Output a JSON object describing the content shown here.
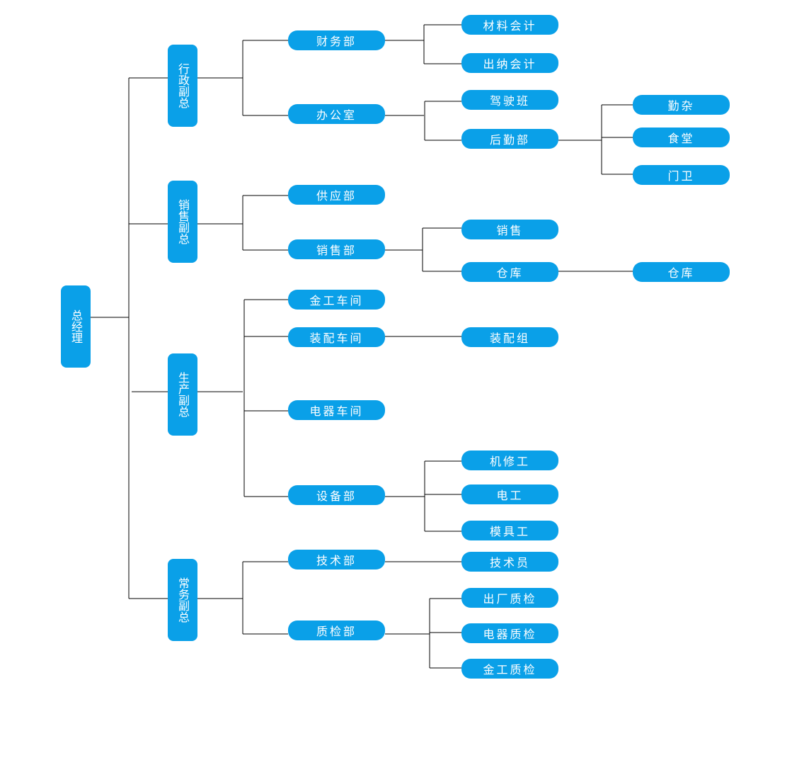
{
  "colors": {
    "node_fill": "#0aa0e8",
    "node_text": "#ffffff",
    "line": "#000000"
  },
  "root": {
    "label": "总经理"
  },
  "vps": [
    {
      "label": "行政副总",
      "departments": [
        {
          "label": "财务部",
          "children": [
            {
              "label": "材料会计"
            },
            {
              "label": "出纳会计"
            }
          ]
        },
        {
          "label": "办公室",
          "children": [
            {
              "label": "驾驶班"
            },
            {
              "label": "后勤部",
              "children": [
                {
                  "label": "勤杂"
                },
                {
                  "label": "食堂"
                },
                {
                  "label": "门卫"
                }
              ]
            }
          ]
        }
      ]
    },
    {
      "label": "销售副总",
      "departments": [
        {
          "label": "供应部"
        },
        {
          "label": "销售部",
          "children": [
            {
              "label": "销售"
            },
            {
              "label": "仓库",
              "children": [
                {
                  "label": "仓库"
                }
              ]
            }
          ]
        }
      ]
    },
    {
      "label": "生产副总",
      "departments": [
        {
          "label": "金工车间"
        },
        {
          "label": "装配车间",
          "children": [
            {
              "label": "装配组"
            }
          ]
        },
        {
          "label": "电器车间"
        },
        {
          "label": "设备部",
          "children": [
            {
              "label": "机修工"
            },
            {
              "label": "电工"
            },
            {
              "label": "模具工"
            }
          ]
        }
      ]
    },
    {
      "label": "常务副总",
      "departments": [
        {
          "label": "技术部",
          "children": [
            {
              "label": "技术员"
            }
          ]
        },
        {
          "label": "质检部",
          "children": [
            {
              "label": "出厂质检"
            },
            {
              "label": "电器质检"
            },
            {
              "label": "金工质检"
            }
          ]
        }
      ]
    }
  ]
}
